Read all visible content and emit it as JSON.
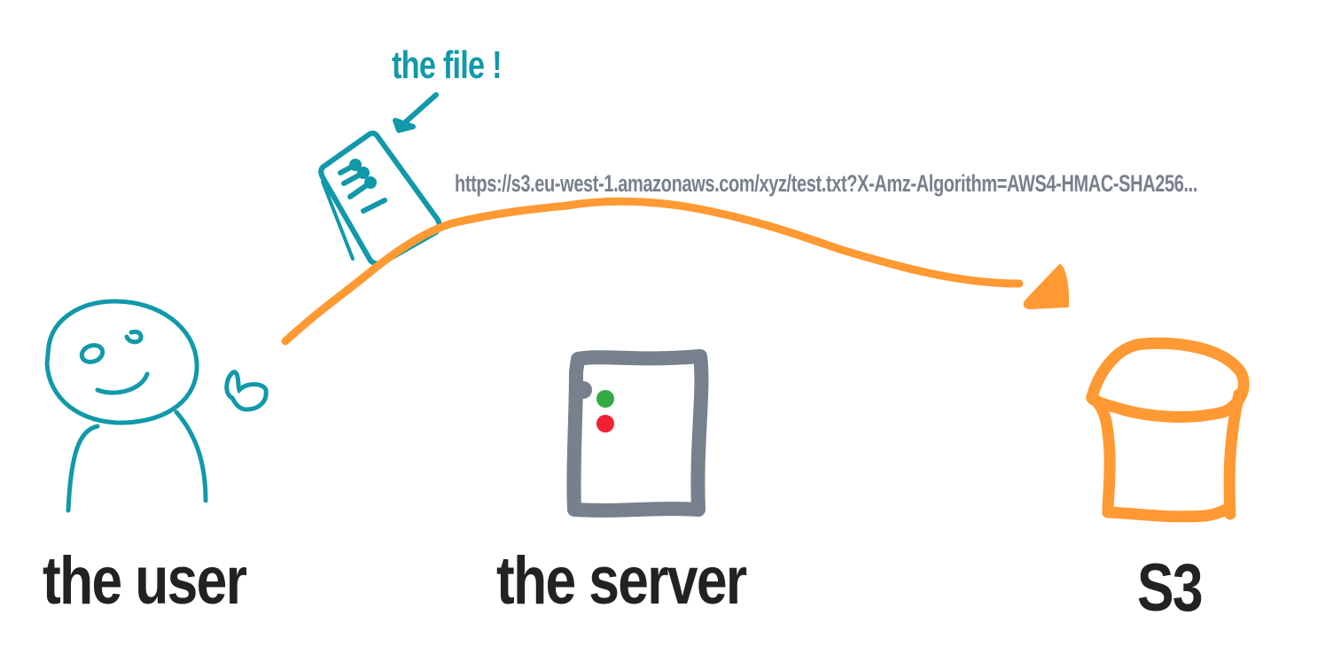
{
  "colors": {
    "user": "#1199aa",
    "arrow": "#ff9933",
    "server": "#77808d",
    "led_green": "#33aa44",
    "led_red": "#ee2233",
    "bucket": "#ff9933",
    "text": "#222222"
  },
  "annotation": {
    "text": "the file !"
  },
  "request": {
    "url": "https://s3.eu-west-1.amazonaws.com/xyz/test.txt?X-Amz-Algorithm=AWS4-HMAC-SHA256..."
  },
  "actors": [
    {
      "id": "user",
      "label": "the user",
      "icon": "stick-figure-icon"
    },
    {
      "id": "server",
      "label": "the server",
      "icon": "server-icon"
    },
    {
      "id": "s3",
      "label": "S3",
      "icon": "bucket-icon"
    }
  ]
}
